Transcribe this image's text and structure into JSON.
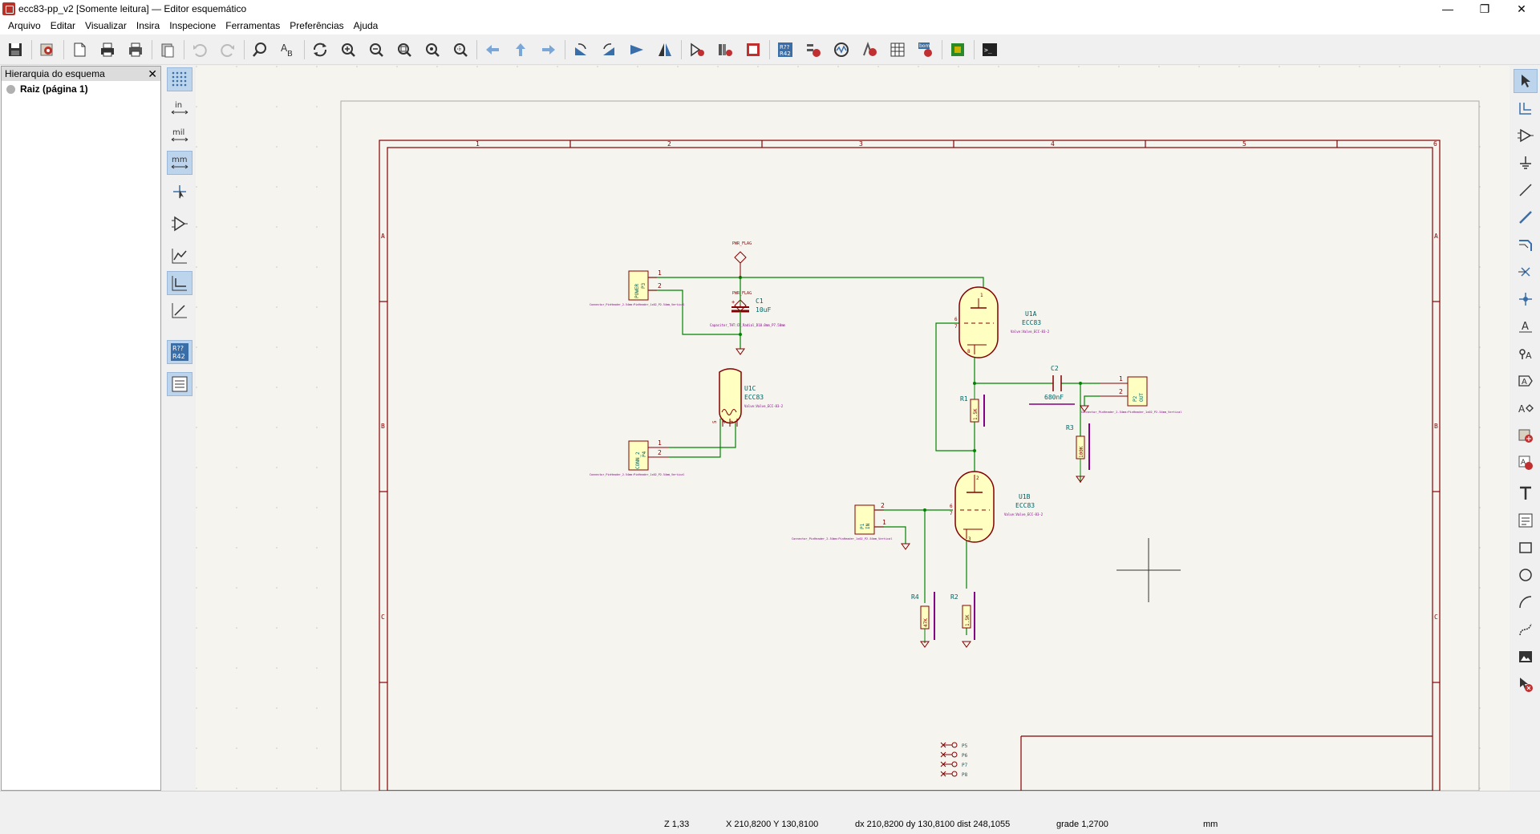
{
  "window": {
    "title": "ecc83-pp_v2 [Somente leitura] — Editor esquemático",
    "minimize": "—",
    "maximize": "❐",
    "close": "✕"
  },
  "menu": [
    "Arquivo",
    "Editar",
    "Visualizar",
    "Insira",
    "Inspecione",
    "Ferramentas",
    "Preferências",
    "Ajuda"
  ],
  "hierarchy": {
    "title": "Hierarquia do esquema",
    "close": "✕",
    "root": "Raiz (página 1)"
  },
  "left_toolbar": {
    "units_in": "in",
    "units_mil": "mil",
    "units_mm": "mm",
    "annotate": "R??",
    "annotate2": "R42"
  },
  "sheet": {
    "columns": [
      "1",
      "2",
      "3",
      "4",
      "5",
      "6"
    ],
    "rows": [
      "A",
      "B",
      "C"
    ]
  },
  "schematic": {
    "pwr_flag_1": "PWR_FLAG",
    "pwr_flag_2": "PWR_FLAG",
    "p3_value": "POWER",
    "p3_ref": "P3",
    "p3_fp": "Connector_PinHeader_2.54mm:PinHeader_1x02_P2.54mm_Vertical",
    "c1_ref": "C1",
    "c1_val": "10uF",
    "c1_fp": "Capacitor_THT:CP_Radial_D10.0mm_P7.50mm",
    "u1a_ref": "U1A",
    "u1a_val": "ECC83",
    "u1a_fp": "Valve:Valve_ECC-83-2",
    "u1c_ref": "U1C",
    "u1c_val": "ECC83",
    "u1c_fp": "Valve:Valve_ECC-83-2",
    "p4_value": "CONN_2",
    "p4_ref": "P4",
    "p4_fp": "Connector_PinHeader_2.54mm:PinHeader_1x02_P2.54mm_Vertical",
    "c2_ref": "C2",
    "c2_val": "680nF",
    "p2_value": "OUT",
    "p2_ref": "P2",
    "p2_fp": "Connector_PinHeader_2.54mm:PinHeader_1x02_P2.54mm_Vertical",
    "r1_ref": "R1",
    "r1_val": "1.5K",
    "r3_ref": "R3",
    "r3_val": "100K",
    "u1b_ref": "U1B",
    "u1b_val": "ECC83",
    "u1b_fp": "Valve:Valve_ECC-83-2",
    "p1_value": "IN",
    "p1_ref": "P1",
    "p1_fp": "Connector_PinHeader_2.54mm:PinHeader_1x02_P2.54mm_Vertical",
    "r4_ref": "R4",
    "r4_val": "47K",
    "r2_ref": "R2",
    "r2_val": "1.5K",
    "p5": "P5",
    "p6": "P6",
    "p7": "P7",
    "p8": "P8",
    "pin_1": "1",
    "pin_2": "2",
    "pin_3": "3",
    "pin_4": "4",
    "pin_5": "5",
    "pin_6": "6",
    "pin_7": "7",
    "pin_8": "8",
    "pin_9": "9"
  },
  "status": {
    "zoom": "Z 1,33",
    "xy": "X 210,8200  Y 130,8100",
    "delta": "dx 210,8200  dy 130,8100  dist 248,1055",
    "grid": "grade 1,2700",
    "units": "mm"
  },
  "colors": {
    "wire": "#008400",
    "component": "#840000",
    "field": "#006464",
    "footprint": "#840084",
    "border": "#840000",
    "active_tool": "#bcd4ec"
  }
}
